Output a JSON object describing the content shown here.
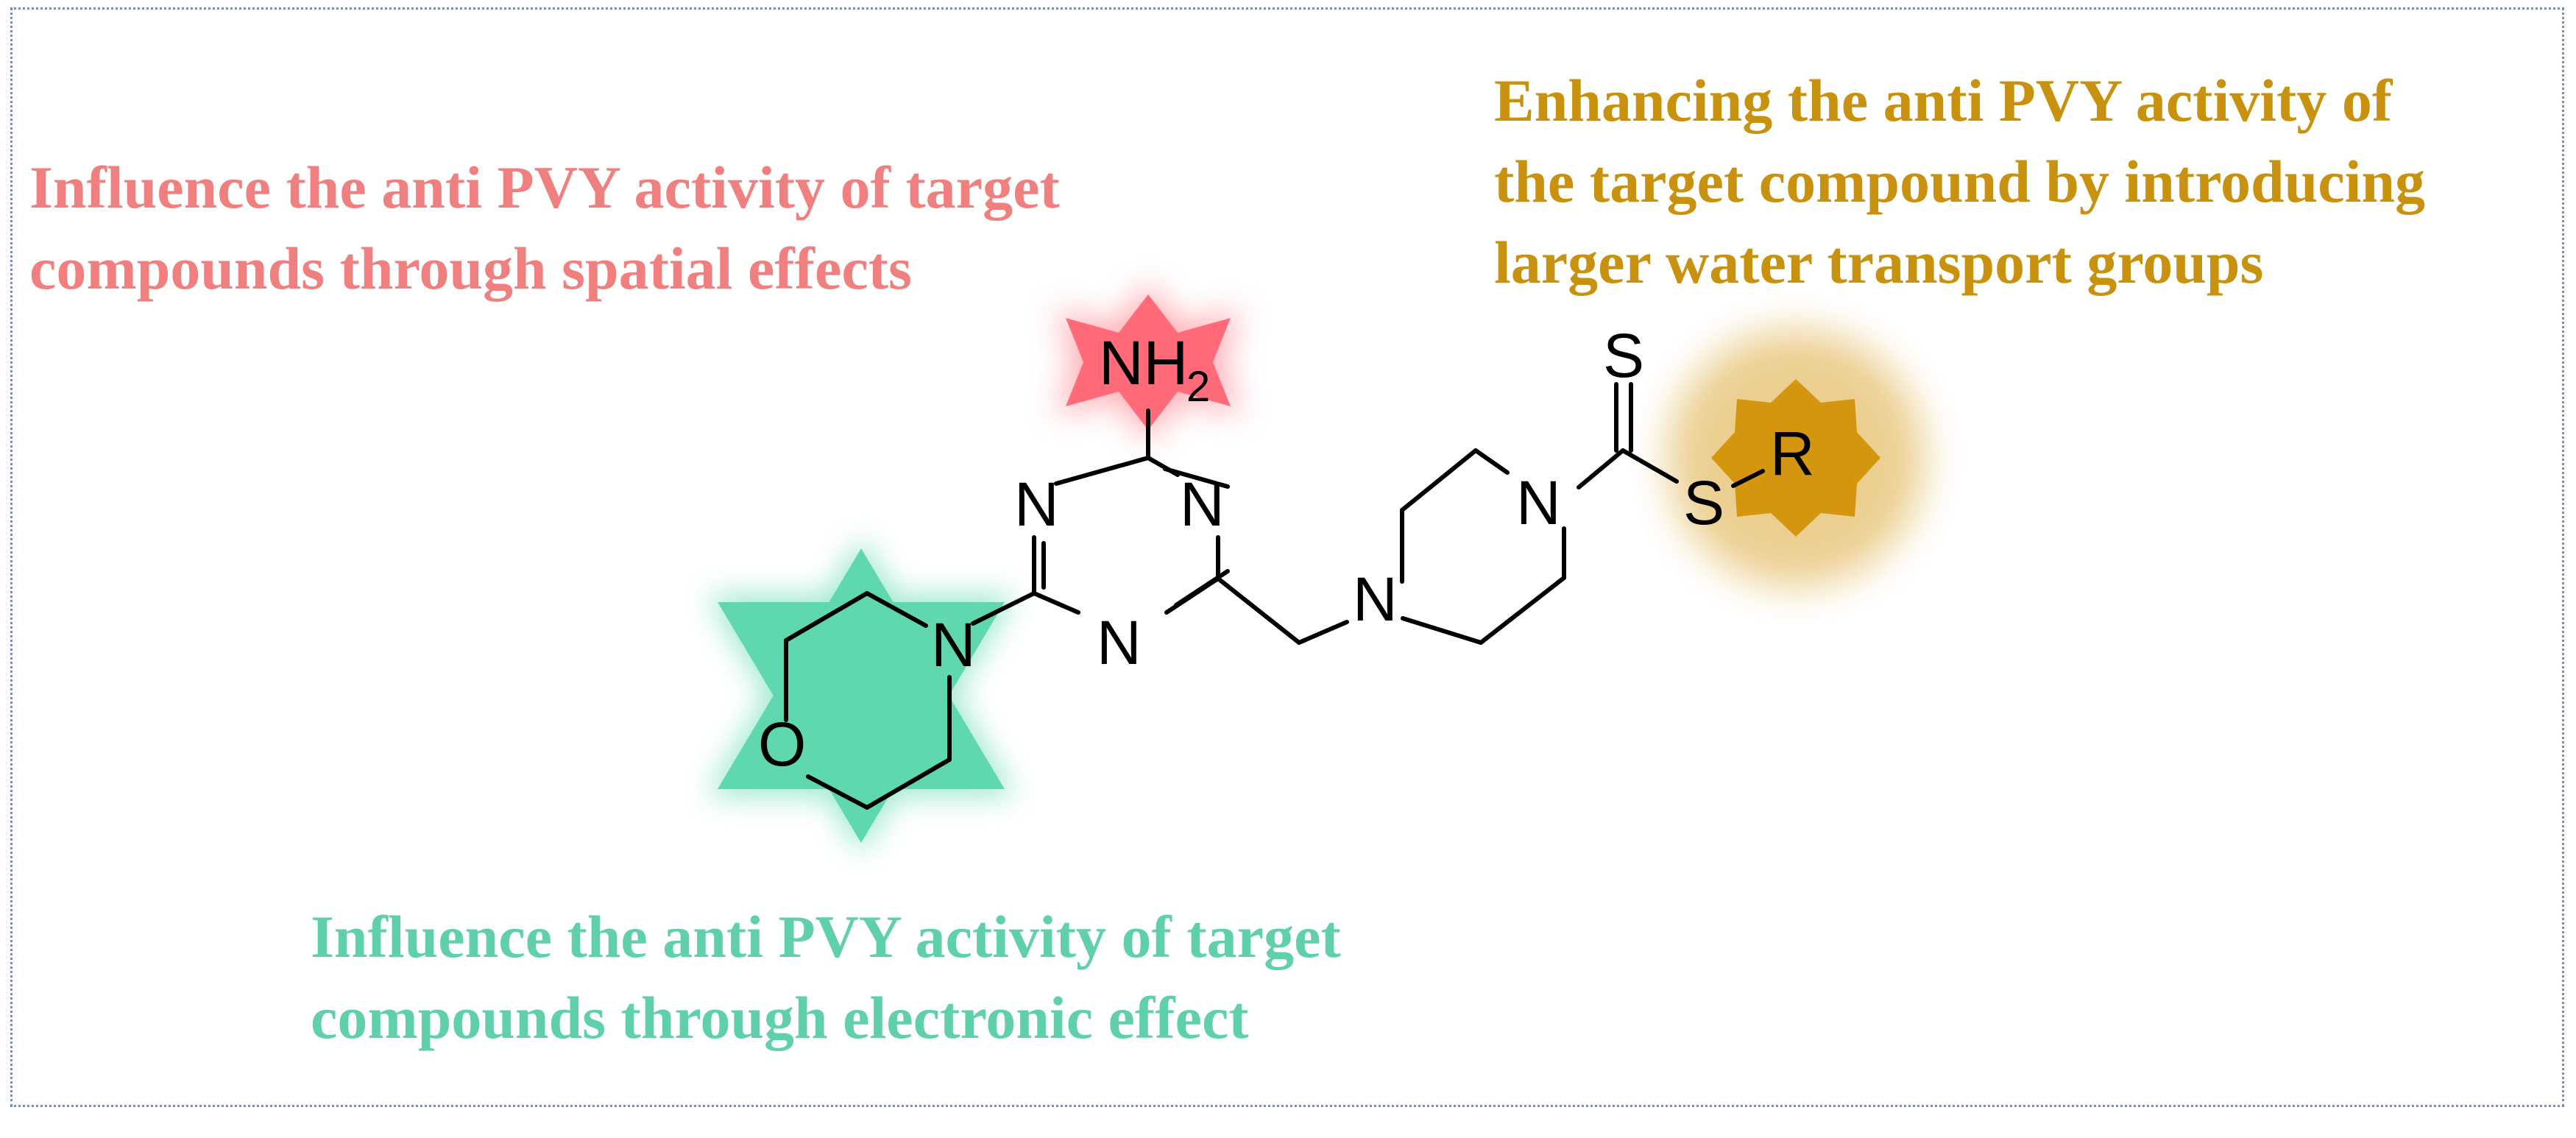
{
  "captions": {
    "spatial": {
      "line1": "Influence the anti PVY activity of target",
      "line2": "compounds through spatial effects",
      "color": "#f08080"
    },
    "electronic": {
      "line1": "Influence the anti PVY activity of target",
      "line2": "compounds through electronic effect",
      "color": "#5fd0ab"
    },
    "water": {
      "line1": "Enhancing the anti PVY activity of",
      "line2": "the target compound by introducing",
      "line3": "larger water transport groups",
      "color": "#c9920e"
    }
  },
  "structure": {
    "atoms": {
      "nh2_n": "NH",
      "nh2_sub": "2",
      "triazine_n_left": "N",
      "triazine_n_right": "N",
      "triazine_n_bottom": "N",
      "morpholine_n": "N",
      "morpholine_o": "O",
      "piperazine_n_top": "N",
      "piperazine_n_bottom": "N",
      "thione_s": "S",
      "thioester_s": "S",
      "r_group": "R"
    },
    "highlight_colors": {
      "amino": "#ff6b78",
      "morpholine": "#5fd8b0",
      "r_group": "#d4960e"
    }
  }
}
